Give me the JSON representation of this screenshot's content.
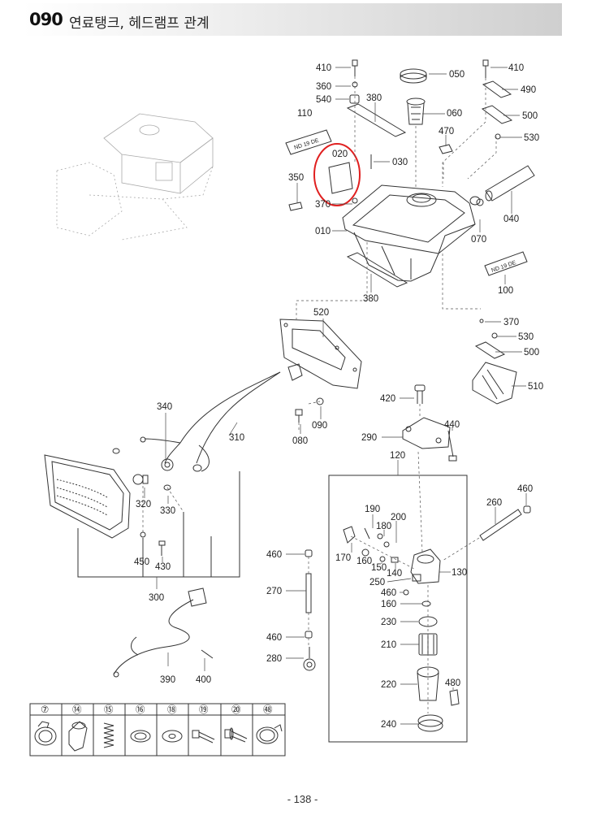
{
  "header": {
    "section_number": "090",
    "section_title": "연료탱크, 헤드램프 관계"
  },
  "decals": {
    "label_110": "ND 19 DE",
    "label_100": "ND 19 DE"
  },
  "callouts": {
    "p410a": "410",
    "p360": "360",
    "p540": "540",
    "p380a": "380",
    "p050": "050",
    "p410b": "410",
    "p490": "490",
    "p500a": "500",
    "p530a": "530",
    "p110": "110",
    "p060": "060",
    "p470": "470",
    "p020": "020",
    "p030": "030",
    "p350": "350",
    "p370a": "370",
    "p010": "010",
    "p070": "070",
    "p040": "040",
    "p100": "100",
    "p380b": "380",
    "p520": "520",
    "p370b": "370",
    "p530b": "530",
    "p500b": "500",
    "p510": "510",
    "p420": "420",
    "p340": "340",
    "p090": "090",
    "p310": "310",
    "p080": "080",
    "p290": "290",
    "p440": "440",
    "p120": "120",
    "p320": "320",
    "p330": "330",
    "p460a": "460",
    "p260": "260",
    "p190": "190",
    "p180": "180",
    "p200": "200",
    "p450": "450",
    "p430": "430",
    "p460b": "460",
    "p170": "170",
    "p160a": "160",
    "p150": "150",
    "p140": "140",
    "p130": "130",
    "p250": "250",
    "p270": "270",
    "p460c": "460",
    "p160b": "160",
    "p300": "300",
    "p230": "230",
    "p460d": "460",
    "p210": "210",
    "p280": "280",
    "p390": "390",
    "p400": "400",
    "p220": "220",
    "p480": "480",
    "p240": "240"
  },
  "legend": {
    "items": [
      {
        "number": "⑦",
        "icon": "hose-clamp-icon"
      },
      {
        "number": "⑭",
        "icon": "rubber-sleeve-icon"
      },
      {
        "number": "⑮",
        "icon": "coil-spring-icon"
      },
      {
        "number": "⑯",
        "icon": "gasket-ring-icon"
      },
      {
        "number": "⑱",
        "icon": "flat-washer-icon"
      },
      {
        "number": "⑲",
        "icon": "hex-bolt-icon"
      },
      {
        "number": "⑳",
        "icon": "flange-bolt-icon"
      },
      {
        "number": "㊽",
        "icon": "spring-clip-icon"
      }
    ]
  },
  "footer": {
    "page_label": "- 138 -"
  },
  "highlight_color": "#e02020"
}
